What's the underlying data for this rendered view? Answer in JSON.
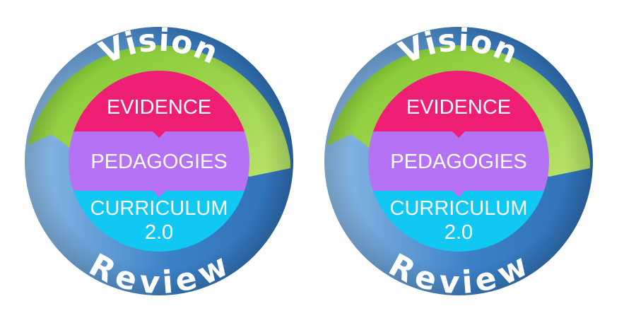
{
  "diagrams": [
    {
      "top_arc_label": "Vision",
      "bottom_arc_label": "Review",
      "bands": [
        {
          "lines": [
            "EVIDENCE"
          ]
        },
        {
          "lines": [
            "PEDAGOGIES"
          ]
        },
        {
          "lines": [
            "CURRICULUM",
            "2.0"
          ]
        }
      ]
    },
    {
      "top_arc_label": "Vision",
      "bottom_arc_label": "Review",
      "bands": [
        {
          "lines": [
            "EVIDENCE"
          ]
        },
        {
          "lines": [
            "PEDAGOGIES"
          ]
        },
        {
          "lines": [
            "CURRICULUM",
            "2.0"
          ]
        }
      ]
    }
  ],
  "colors": {
    "vision_green": "#8ccf3a",
    "vision_green_light": "#b5e068",
    "review_blue": "#3f84c8",
    "review_blue_light": "#7fb3e3",
    "evidence_pink": "#ee1e74",
    "pedagogies_purple": "#b572f5",
    "curriculum_cyan": "#10c8f2"
  }
}
